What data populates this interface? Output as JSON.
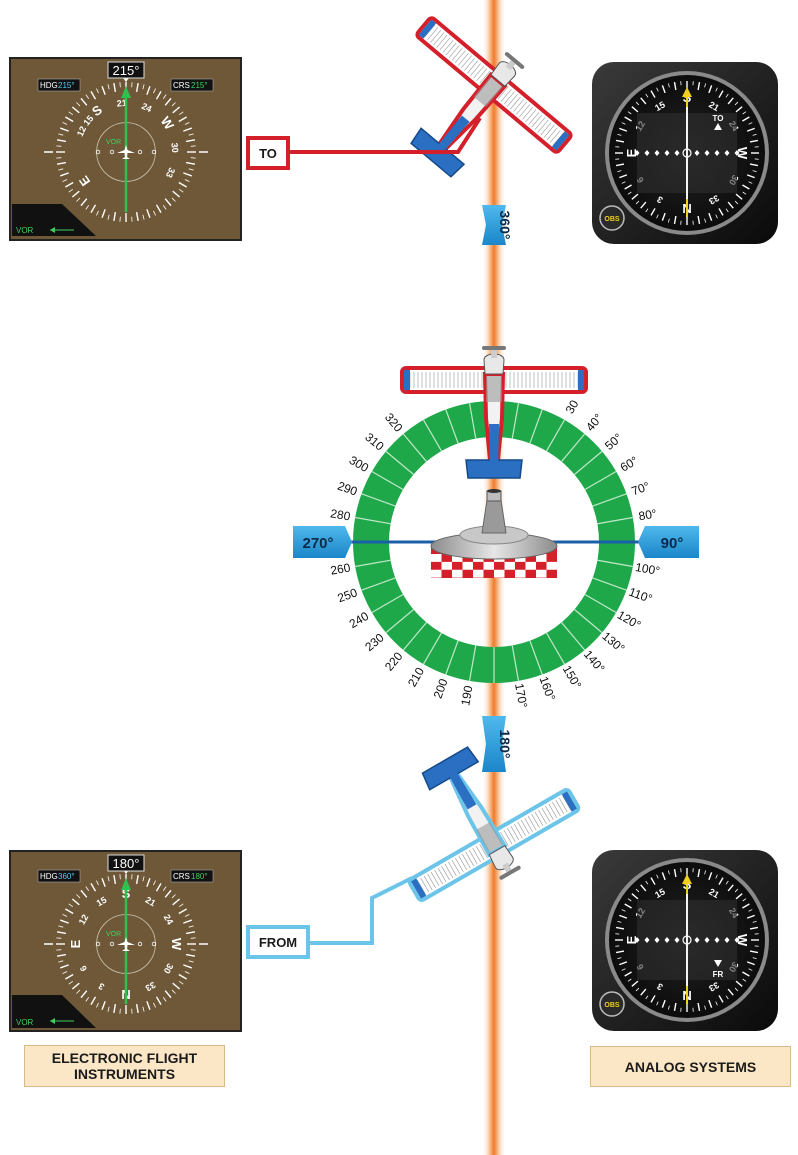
{
  "top_efi": {
    "heading_readout": "215°",
    "hdg_label": "HDG",
    "hdg_value": "215°",
    "crs_label": "CRS",
    "crs_value": "215°",
    "source": "VOR",
    "cardinals": [
      "S",
      "W",
      "E"
    ],
    "numbers": [
      "12",
      "15",
      "21",
      "24",
      "30",
      "33"
    ],
    "nav_label": "VOR"
  },
  "bottom_efi": {
    "heading_readout": "180°",
    "hdg_label": "HDG",
    "hdg_value": "360°",
    "crs_label": "CRS",
    "crs_value": "180°",
    "source": "VOR",
    "cardinals": [
      "S",
      "W",
      "E",
      "N"
    ],
    "numbers": [
      "12",
      "15",
      "21",
      "24",
      "30",
      "33",
      "3",
      "6"
    ],
    "nav_label": "VOR"
  },
  "top_analog": {
    "cardinals": [
      "S",
      "E",
      "W",
      "N"
    ],
    "numbers": [
      "15",
      "21",
      "24",
      "12",
      "30",
      "33",
      "3",
      "6"
    ],
    "flag": "TO",
    "knob": "OBS"
  },
  "bottom_analog": {
    "cardinals": [
      "S",
      "E",
      "W",
      "N"
    ],
    "numbers": [
      "15",
      "21",
      "24",
      "12",
      "30",
      "33",
      "3",
      "6"
    ],
    "flag": "FR",
    "knob": "OBS"
  },
  "callouts": {
    "to": "TO",
    "from": "FROM"
  },
  "radials": {
    "r360": "360°",
    "r180": "180°",
    "r270": "270°",
    "r90": "90°",
    "ring": [
      "320",
      "310",
      "300",
      "290",
      "280",
      "260",
      "250",
      "240",
      "230",
      "220",
      "210",
      "200",
      "190",
      "30",
      "40°",
      "50°",
      "60°",
      "70°",
      "80°",
      "100°",
      "110°",
      "120°",
      "130°",
      "140°",
      "150°",
      "160°",
      "170°"
    ]
  },
  "captions": {
    "efi": "ELECTRONIC FLIGHT\nINSTRUMENTS",
    "analog": "ANALOG SYSTEMS"
  },
  "colors": {
    "efi_bg": "#6e5838",
    "ring_green": "#1fa84a",
    "to_red": "#d4202a",
    "from_blue": "#6cc4e8",
    "beam_orange": "#f5a05a",
    "caption_bg": "#fbe7c6"
  }
}
